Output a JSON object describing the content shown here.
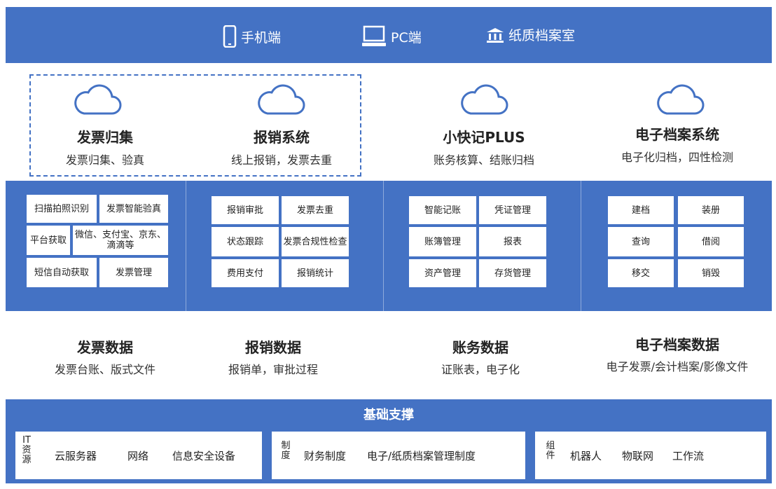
{
  "top": {
    "items": [
      {
        "icon": "mobile-phone-icon",
        "label": "手机端"
      },
      {
        "icon": "desktop-computer-icon",
        "label": "PC端"
      },
      {
        "icon": "bank-building-icon",
        "label": "纸质档案室"
      }
    ]
  },
  "systems": [
    {
      "title": "发票归集",
      "subtitle": "发票归集、验真"
    },
    {
      "title": "报销系统",
      "subtitle": "线上报销，发票去重"
    },
    {
      "title": "小快记PLUS",
      "subtitle": "账务核算、结账归档"
    },
    {
      "title": "电子档案系统",
      "subtitle": "电子化归档，四性检测"
    }
  ],
  "modules": {
    "invoice": [
      "扫描拍照识别",
      "发票智能验真",
      "平台获取",
      "微信、支付宝、京东、滴滴等",
      "短信自动获取",
      "发票管理"
    ],
    "reimburse": [
      "报销审批",
      "发票去重",
      "状态跟踪",
      "发票合规性检查",
      "费用支付",
      "报销统计"
    ],
    "accounting": [
      "智能记账",
      "凭证管理",
      "账簿管理",
      "报表",
      "资产管理",
      "存货管理"
    ],
    "archive": [
      "建档",
      "装册",
      "查询",
      "借阅",
      "移交",
      "销毁"
    ]
  },
  "data_layer": [
    {
      "title": "发票数据",
      "subtitle": "发票台账、版式文件"
    },
    {
      "title": "报销数据",
      "subtitle": "报销单，审批过程"
    },
    {
      "title": "账务数据",
      "subtitle": "证账表，电子化"
    },
    {
      "title": "电子档案数据",
      "subtitle": "电子发票/会计档案/影像文件"
    }
  ],
  "base": {
    "title": "基础支撑",
    "groups": [
      {
        "label": "IT资源",
        "items": [
          "云服务器",
          "网络",
          "信息安全设备"
        ]
      },
      {
        "label": "制度",
        "items": [
          "财务制度",
          "电子/纸质档案管理制度"
        ]
      },
      {
        "label": "组件",
        "items": [
          "机器人",
          "物联网",
          "工作流"
        ]
      }
    ]
  },
  "colors": {
    "primary_blue": "#4472c4",
    "white": "#ffffff"
  }
}
